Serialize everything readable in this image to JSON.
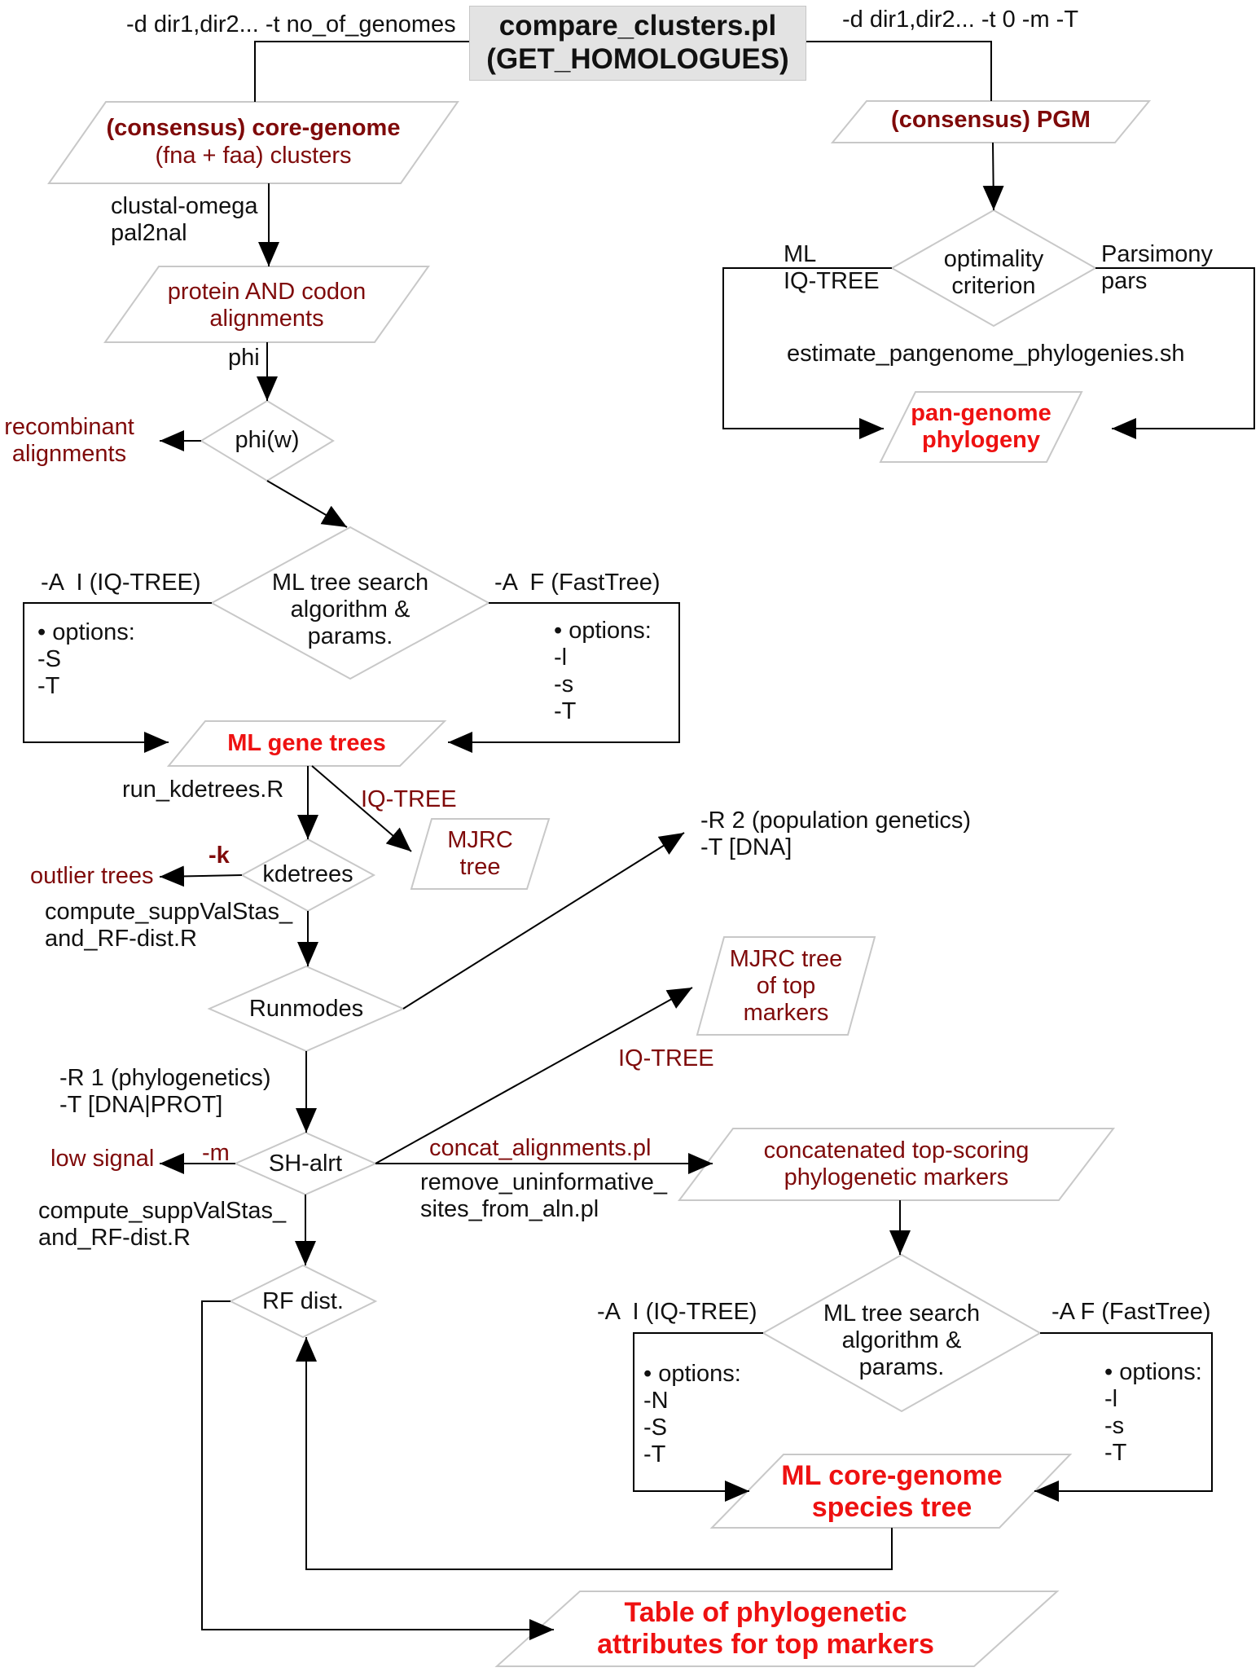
{
  "title": {
    "line1": "compare_clusters.pl",
    "line2": "(GET_HOMOLOGUES)"
  },
  "flags": {
    "left_top": "-d dir1,dir2... -t no_of_genomes",
    "right_top": "-d dir1,dir2... -t 0 -m -T"
  },
  "right_branch": {
    "pgm": "(consensus) PGM",
    "criterion": "optimality\ncriterion",
    "ml": "ML\nIQ-TREE",
    "parsimony": "Parsimony\npars",
    "script": "estimate_pangenome_phylogenies.sh",
    "pangenome": "pan-genome\nphylogeny"
  },
  "left_branch": {
    "core": "(consensus) core-genome",
    "core_sub": "(fna + faa) clusters",
    "aligners": "clustal-omega\npal2nal",
    "alignments": "protein AND codon\nalignments",
    "phi": "phi",
    "phiw": "phi(w)",
    "recombinant": "recombinant\nalignments"
  },
  "ml_search1": {
    "diamond": "ML tree search\nalgorithm &\nparams.",
    "iq_flag": "-A  I (IQ-TREE)",
    "ft_flag": "-A  F (FastTree)",
    "iq_options": "• options:\n-S\n-T",
    "ft_options": "• options:\n-l\n-s\n-T",
    "gene_trees": "ML gene trees"
  },
  "kde": {
    "run": "run_kdetrees.R",
    "iqtree": "IQ-TREE",
    "mjrc": "MJRC\ntree",
    "kdetrees": "kdetrees",
    "k_flag": "-k",
    "outlier": "outlier trees",
    "compute": "compute_suppValStas_\nand_RF-dist.R"
  },
  "runmodes": {
    "label": "Runmodes",
    "r2": "-R 2 (population genetics)\n-T [DNA]",
    "r1": "-R 1 (phylogenetics)\n-T [DNA|PROT]",
    "mjrc_top": "MJRC tree\nof top\nmarkers",
    "iqtree": "IQ-TREE"
  },
  "shalrt": {
    "label": "SH-alrt",
    "m_flag": "-m",
    "low_signal": "low signal",
    "compute": "compute_suppValStas_\nand_RF-dist.R",
    "concat": "concat_alignments.pl",
    "remove": "remove_uninformative_\nsites_from_aln.pl",
    "concatenated": "concatenated top-scoring\nphylogenetic markers"
  },
  "ml_search2": {
    "diamond": "ML tree search\nalgorithm &\nparams.",
    "iq_flag": "-A  I (IQ-TREE)",
    "ft_flag": "-A F (FastTree)",
    "iq_options": "• options:\n-N\n-S\n-T",
    "ft_options": "• options:\n-l\n-s\n-T",
    "species_tree": "ML core-genome\nspecies tree"
  },
  "bottom": {
    "rf": "RF dist.",
    "table": "Table of phylogenetic\nattributes for top markers"
  }
}
